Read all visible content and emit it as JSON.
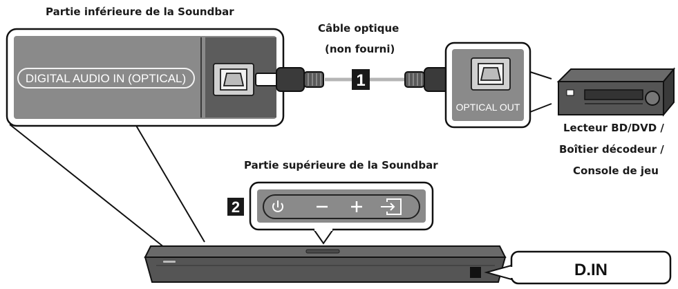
{
  "labels": {
    "bottom_panel": "Partie inférieure de la Soundbar",
    "cable_line1": "Câble optique",
    "cable_line2": "(non fourni)",
    "device_line1": "Lecteur BD/DVD /",
    "device_line2": "Boîtier décodeur /",
    "device_line3": "Console de jeu",
    "top_panel": "Partie supérieure de la Soundbar"
  },
  "panel": {
    "input_label": "DIGITAL AUDIO IN (OPTICAL)",
    "output_label": "OPTICAL OUT"
  },
  "steps": [
    "1",
    "2"
  ],
  "display": {
    "text": "D.IN"
  },
  "colors": {
    "panel_bg": "#8a8a8a",
    "panel_dark": "#5c5c5c",
    "cable": "#b5b5b5",
    "plug": "#3a3a3a",
    "soundbar": "#555555",
    "outline": "#111111"
  }
}
